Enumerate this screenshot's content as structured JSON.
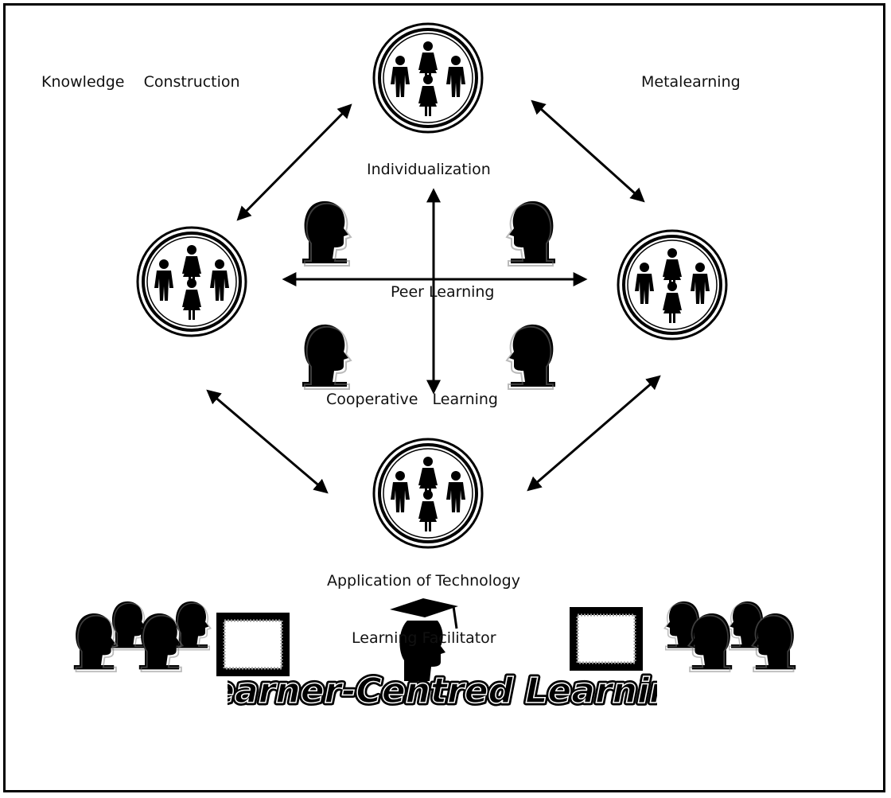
{
  "labels": {
    "knowledge_construction": "Knowledge    Construction",
    "metalearning": "Metalearning",
    "individualization": "Individualization",
    "peer_learning": "Peer Learning",
    "cooperative_learning": "Cooperative   Learning",
    "application_of_technology": "Application of Technology",
    "learning_facilitator": "Learning Facilitator"
  },
  "title": "Learner-Centred Learning",
  "icons": {
    "group": "group-of-people-icon",
    "head": "head-silhouette-icon",
    "graduate": "graduate-cap-icon",
    "screen": "screen-icon"
  },
  "colors": {
    "ink": "#000000",
    "background": "#ffffff"
  }
}
